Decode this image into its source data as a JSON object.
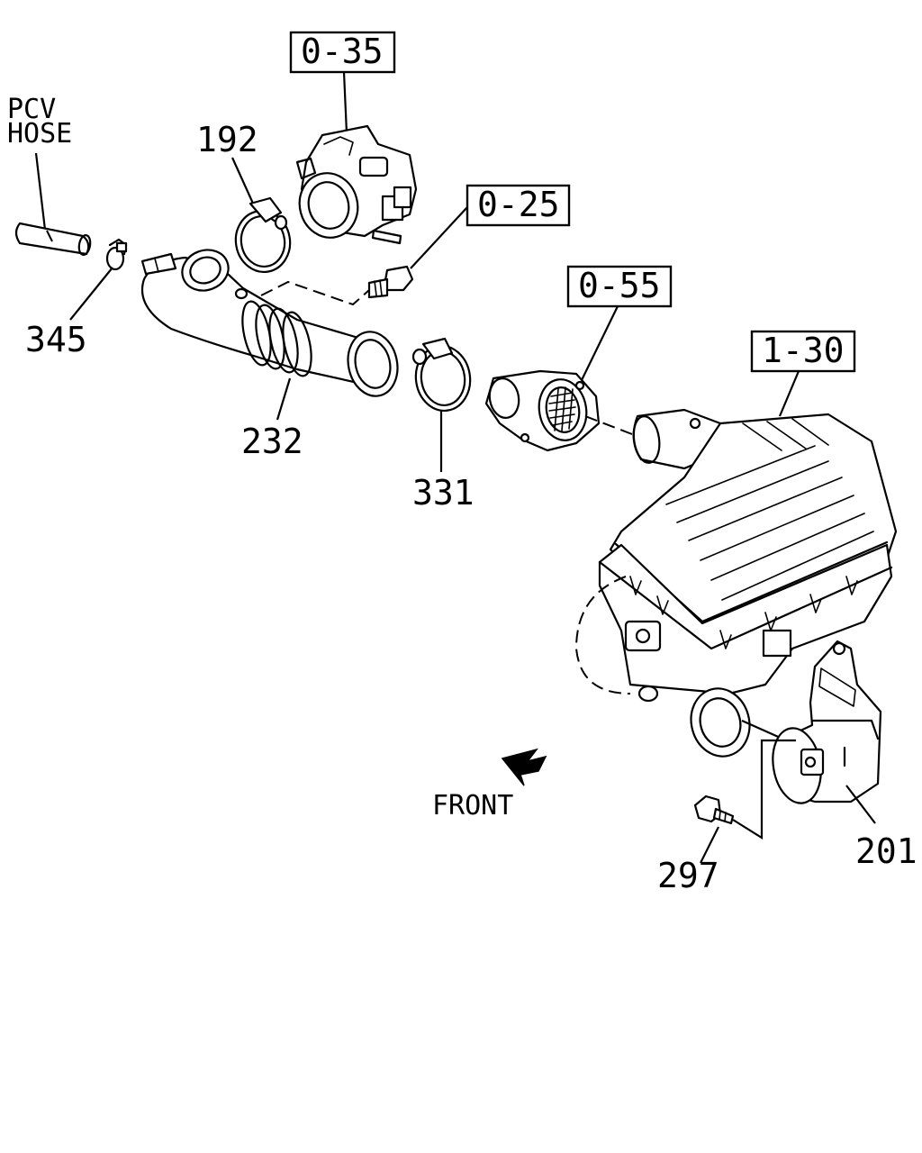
{
  "labels": {
    "pcv_hose": [
      "PCV",
      "HOSE"
    ],
    "ref_throttle_body": "0-35",
    "ref_sensor": "0-25",
    "ref_airflow_meter": "0-55",
    "ref_air_cleaner": "1-30",
    "part_clamp_small": "345",
    "part_clamp_192": "192",
    "part_intake_hose": "232",
    "part_clamp_331": "331",
    "part_duct": "201",
    "part_bolt": "297",
    "front": "FRONT"
  },
  "icons": {
    "front_arrow": "arrow-down-left-icon"
  }
}
